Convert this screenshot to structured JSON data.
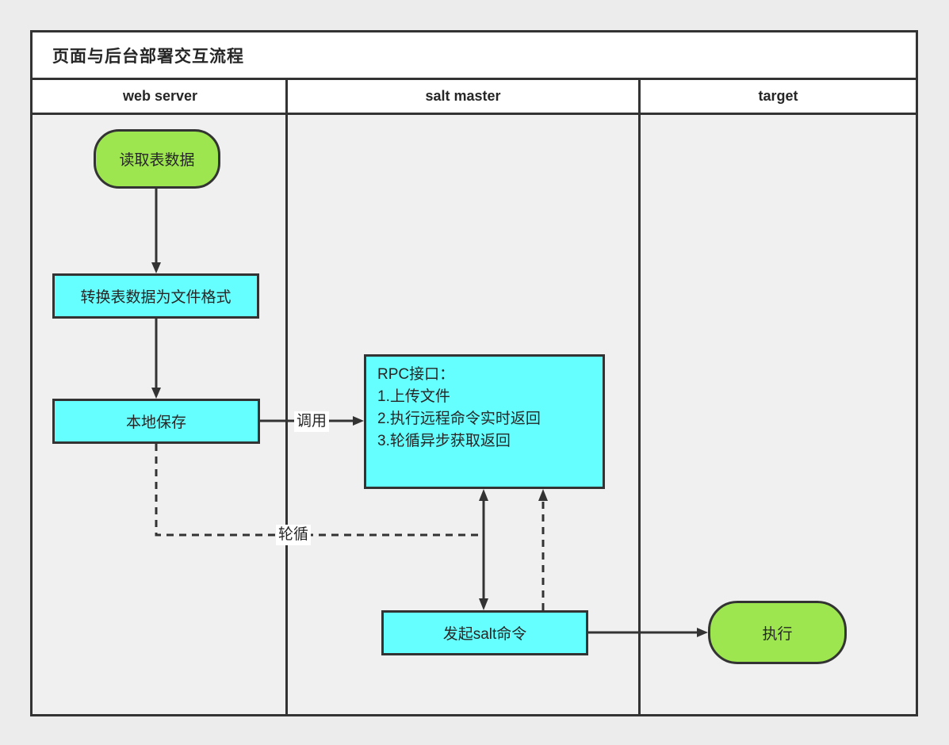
{
  "diagram": {
    "title": "页面与后台部署交互流程",
    "lanes": [
      {
        "label": "web server"
      },
      {
        "label": "salt master"
      },
      {
        "label": "target"
      }
    ],
    "nodes": [
      {
        "id": "read-table",
        "label": "读取表数据",
        "shape": "rounded",
        "fill": "green",
        "lane": "web server"
      },
      {
        "id": "convert-table",
        "label": "转换表数据为文件格式",
        "shape": "rect",
        "fill": "cyan",
        "lane": "web server"
      },
      {
        "id": "local-save",
        "label": "本地保存",
        "shape": "rect",
        "fill": "cyan",
        "lane": "web server"
      },
      {
        "id": "rpc-interface",
        "lines": [
          "RPC接口：",
          "1.上传文件",
          "2.执行远程命令实时返回",
          "3.轮循异步获取返回"
        ],
        "shape": "rect",
        "fill": "cyan",
        "lane": "salt master"
      },
      {
        "id": "salt-command",
        "label": "发起salt命令",
        "shape": "rect",
        "fill": "cyan",
        "lane": "salt master"
      },
      {
        "id": "execute",
        "label": "执行",
        "shape": "rounded",
        "fill": "green",
        "lane": "target"
      }
    ],
    "edges": [
      {
        "from": "read-table",
        "to": "convert-table",
        "style": "solid"
      },
      {
        "from": "convert-table",
        "to": "local-save",
        "style": "solid"
      },
      {
        "from": "local-save",
        "to": "rpc-interface",
        "style": "solid",
        "label": "调用"
      },
      {
        "from": "local-save",
        "to": "rpc-interface",
        "style": "dashed",
        "label": "轮循"
      },
      {
        "from": "rpc-interface",
        "to": "salt-command",
        "style": "solid",
        "bidirectional": true
      },
      {
        "from": "salt-command",
        "to": "rpc-interface",
        "style": "dashed"
      },
      {
        "from": "salt-command",
        "to": "execute",
        "style": "solid"
      }
    ],
    "colors": {
      "node_green": "#9de64f",
      "node_cyan": "#66ffff",
      "stroke": "#333333",
      "lane_background": "#f0f0f0",
      "header_background": "#ffffff"
    }
  }
}
